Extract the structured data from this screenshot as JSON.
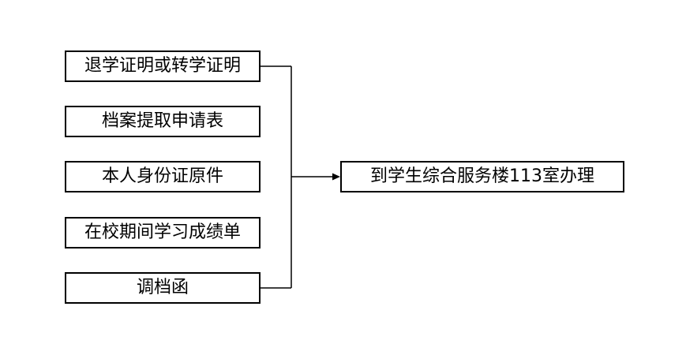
{
  "flowchart": {
    "inputs": [
      {
        "label": "退学证明或转学证明"
      },
      {
        "label": "档案提取申请表"
      },
      {
        "label": "本人身份证原件"
      },
      {
        "label": "在校期间学习成绩单"
      },
      {
        "label": "调档函"
      }
    ],
    "output": {
      "label": "到学生综合服务楼113室办理"
    },
    "line_color": "#000000"
  }
}
